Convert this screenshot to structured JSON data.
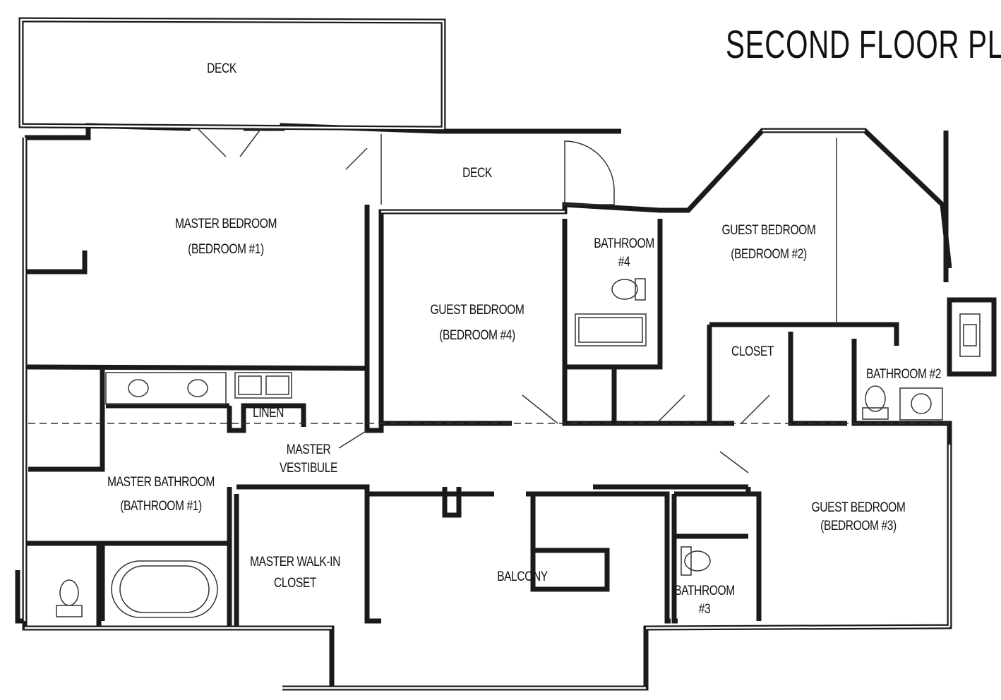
{
  "title": "SECOND FLOOR PLAN",
  "rooms": {
    "deck_main": {
      "line1": "DECK"
    },
    "deck_small": {
      "line1": "DECK"
    },
    "master_bedroom": {
      "line1": "MASTER BEDROOM",
      "line2": "(BEDROOM #1)"
    },
    "guest_bedroom_4": {
      "line1": "GUEST BEDROOM",
      "line2": "(BEDROOM #4)"
    },
    "bathroom_4": {
      "line1": "BATHROOM",
      "line2": "#4"
    },
    "guest_bedroom_2": {
      "line1": "GUEST BEDROOM",
      "line2": "(BEDROOM #2)"
    },
    "closet": {
      "line1": "CLOSET"
    },
    "bathroom_2": {
      "line1": "BATHROOM #2"
    },
    "linen": {
      "line1": "LINEN"
    },
    "master_vestibule": {
      "line1": "MASTER",
      "line2": "VESTIBULE"
    },
    "master_bathroom": {
      "line1": "MASTER BATHROOM",
      "line2": "(BATHROOM #1)"
    },
    "guest_bedroom_3": {
      "line1": "GUEST BEDROOM",
      "line2": "(BEDROOM #3)"
    },
    "master_closet": {
      "line1": "MASTER WALK-IN",
      "line2": "CLOSET"
    },
    "balcony": {
      "line1": "BALCONY"
    },
    "bathroom_3": {
      "line1": "BATHROOM",
      "line2": "#3"
    }
  }
}
